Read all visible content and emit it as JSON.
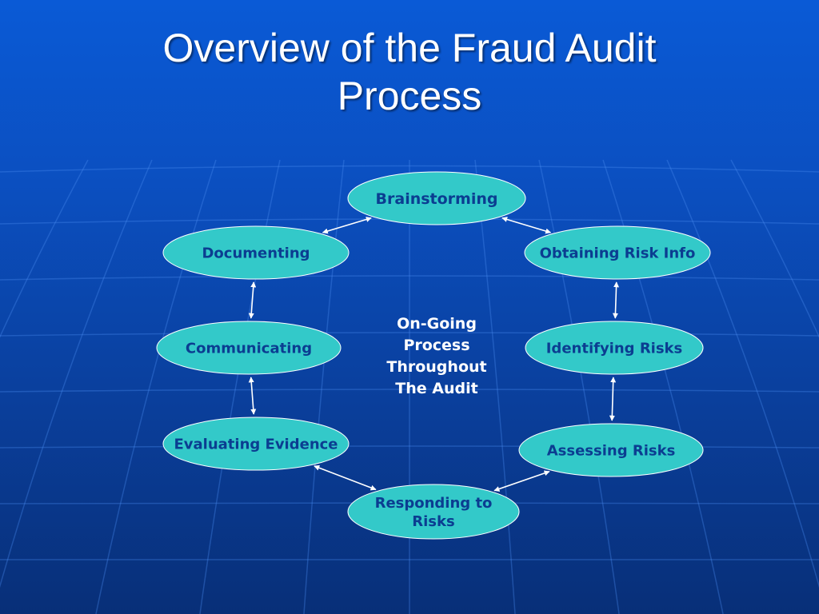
{
  "slide": {
    "title_line1": "Overview of the Fraud Audit",
    "title_line2": "Process"
  },
  "diagram": {
    "center_lines": [
      "On-Going",
      "Process",
      "Throughout",
      "The Audit"
    ],
    "nodes": [
      {
        "id": "brainstorming",
        "lines": [
          "Brainstorming"
        ]
      },
      {
        "id": "obtaining-risk-info",
        "lines": [
          "Obtaining Risk Info"
        ]
      },
      {
        "id": "identifying-risks",
        "lines": [
          "Identifying Risks"
        ]
      },
      {
        "id": "assessing-risks",
        "lines": [
          "Assessing Risks"
        ]
      },
      {
        "id": "responding-to-risks",
        "lines": [
          "Responding to",
          "Risks"
        ]
      },
      {
        "id": "evaluating-evidence",
        "lines": [
          "Evaluating Evidence"
        ]
      },
      {
        "id": "communicating",
        "lines": [
          "Communicating"
        ]
      },
      {
        "id": "documenting",
        "lines": [
          "Documenting"
        ]
      }
    ],
    "edges": [
      [
        "brainstorming",
        "obtaining-risk-info"
      ],
      [
        "obtaining-risk-info",
        "identifying-risks"
      ],
      [
        "identifying-risks",
        "assessing-risks"
      ],
      [
        "assessing-risks",
        "responding-to-risks"
      ],
      [
        "responding-to-risks",
        "evaluating-evidence"
      ],
      [
        "evaluating-evidence",
        "communicating"
      ],
      [
        "communicating",
        "documenting"
      ],
      [
        "documenting",
        "brainstorming"
      ]
    ],
    "colors": {
      "node_fill": "#33c9c9",
      "node_stroke": "#ffffff",
      "node_text": "#0b3d91",
      "arrow": "#ffffff"
    }
  }
}
